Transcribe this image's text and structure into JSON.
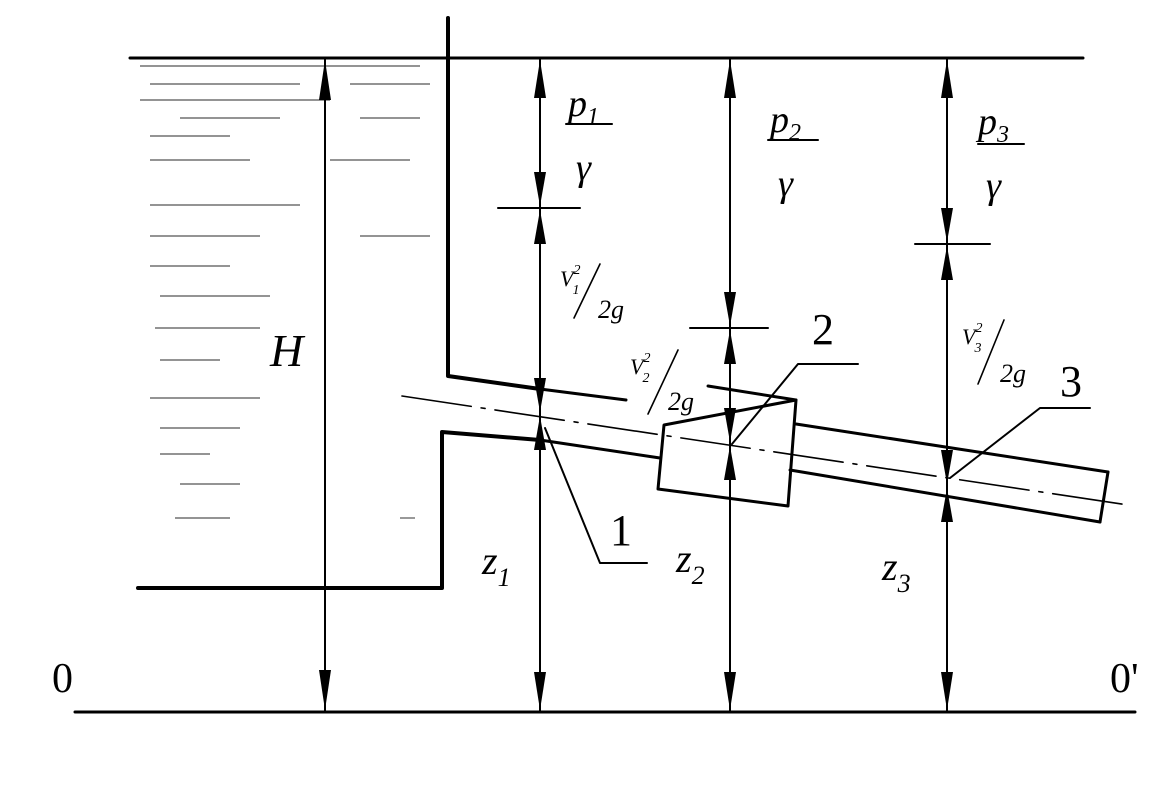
{
  "diagram": {
    "type": "hydraulic-head-diagram",
    "datum": {
      "left_label": "0",
      "right_label": "0'"
    },
    "reservoir": {
      "head_label": "H"
    },
    "sections": [
      {
        "number": "1",
        "pressure_num": "p",
        "pressure_sub": "1",
        "pressure_den": "γ",
        "velocity_num": "V",
        "velocity_sub": "1",
        "velocity_sup": "2",
        "velocity_den": "2g",
        "elevation": "z",
        "elevation_sub": "1"
      },
      {
        "number": "2",
        "pressure_num": "p",
        "pressure_sub": "2",
        "pressure_den": "γ",
        "velocity_num": "V",
        "velocity_sub": "2",
        "velocity_sup": "2",
        "velocity_den": "2g",
        "elevation": "z",
        "elevation_sub": "2"
      },
      {
        "number": "3",
        "pressure_num": "p",
        "pressure_sub": "3",
        "pressure_den": "γ",
        "velocity_num": "V",
        "velocity_sub": "3",
        "velocity_sup": "2",
        "velocity_den": "2g",
        "elevation": "z",
        "elevation_sub": "3"
      }
    ]
  }
}
